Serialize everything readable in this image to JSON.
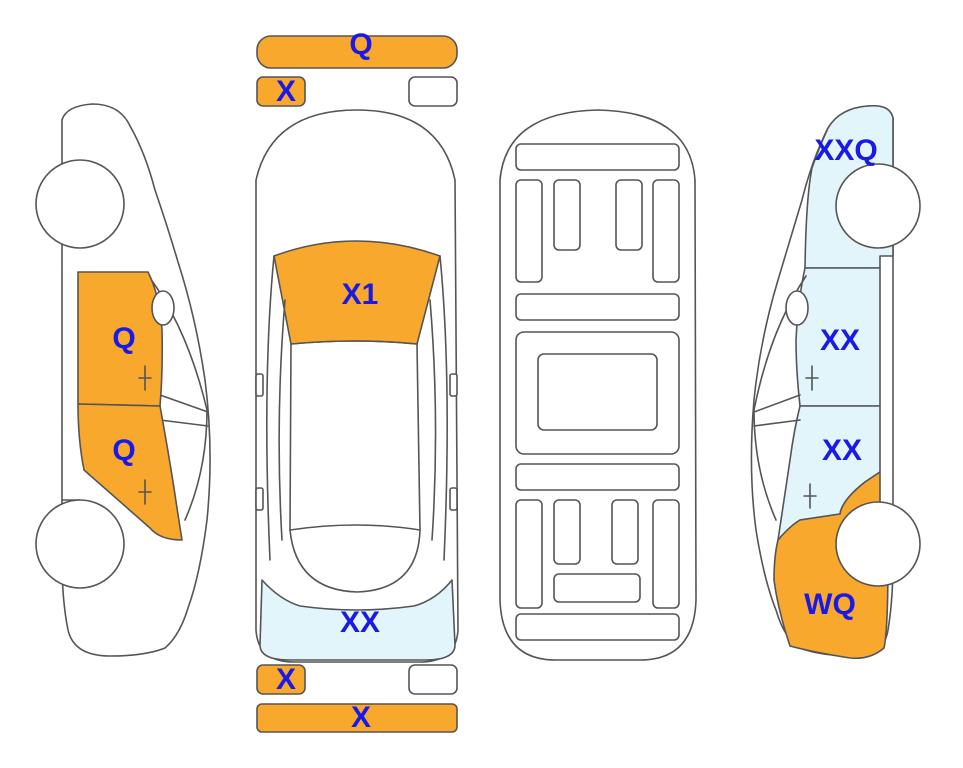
{
  "colors": {
    "orange": "#F9A82E",
    "light_blue": "#E2F5FB",
    "none": "#FFFFFF",
    "code_text": "#1A1AE6",
    "outline": "#555555"
  },
  "panels": {
    "front_bumper": {
      "code": "Q",
      "fill": "orange"
    },
    "front_left_small": {
      "code": "X",
      "fill": "orange"
    },
    "front_right_small": {
      "code": "",
      "fill": "none"
    },
    "windshield": {
      "code": "X1",
      "fill": "orange"
    },
    "rear_window": {
      "code": "XX",
      "fill": "light_blue"
    },
    "rear_left_small": {
      "code": "X",
      "fill": "orange"
    },
    "rear_right_small": {
      "code": "",
      "fill": "none"
    },
    "rear_bumper": {
      "code": "X",
      "fill": "orange"
    },
    "left_front_door": {
      "code": "Q",
      "fill": "orange"
    },
    "left_rear_door": {
      "code": "Q",
      "fill": "orange"
    },
    "right_front_fender": {
      "code": "XXQ",
      "fill": "light_blue"
    },
    "right_front_door": {
      "code": "XX",
      "fill": "light_blue"
    },
    "right_rear_door": {
      "code": "XX",
      "fill": "light_blue"
    },
    "right_rear_quarter": {
      "code": "WQ",
      "fill": "orange"
    }
  }
}
